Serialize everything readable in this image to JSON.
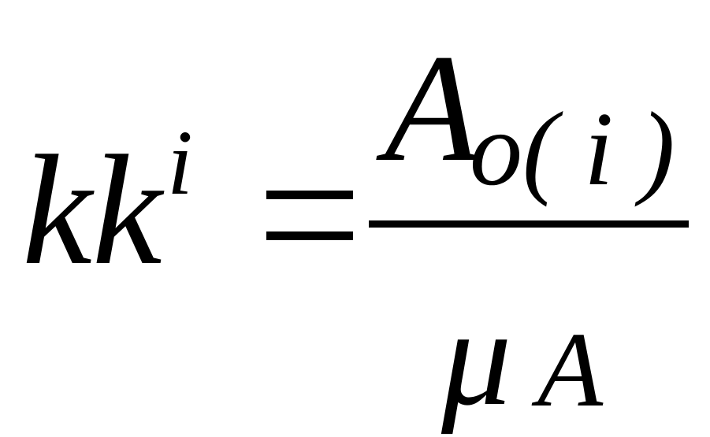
{
  "equation": {
    "lhs": {
      "base": "kk",
      "superscript": "i"
    },
    "relation": "=",
    "rhs": {
      "numerator": {
        "base": "A",
        "subscript": "o( i )"
      },
      "denominator": {
        "base": "μ",
        "subscript": "A"
      }
    },
    "colors": {
      "text": "#000000",
      "background": "#ffffff"
    }
  }
}
